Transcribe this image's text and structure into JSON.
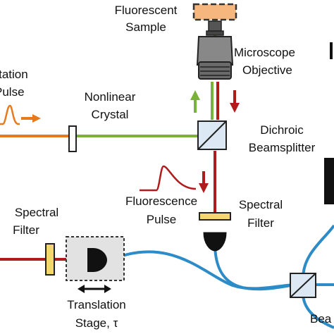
{
  "labels": {
    "sample_line1": "Fluorescent",
    "sample_line2": "Sample",
    "objective_line1": "Microscope",
    "objective_line2": "Objective",
    "excitation_line1": "Excitation",
    "excitation_line2": "Pulse",
    "crystal_line1": "Nonlinear",
    "crystal_line2": "Crystal",
    "dichroic_line1": "Dichroic",
    "dichroic_line2": "Beamsplitter",
    "fluorescence_line1": "Fluorescence",
    "fluorescence_line2": "Pulse",
    "filter_right_line1": "Spectral",
    "filter_right_line2": "Filter",
    "filter_left_line1": "Spectral",
    "filter_left_line2": "Filter",
    "stage_line1": "Translation",
    "stage_line2": "Stage, τ",
    "beamsplitter_partial": "Bea"
  },
  "colors": {
    "excitation_orange": "#e87a1e",
    "green_beam": "#7ab03c",
    "red_beam": "#b01c1c",
    "fiber_blue": "#2d8cc8",
    "filter_yellow": "#f5d76e",
    "sample_orange": "#f5b77e"
  },
  "icons": {
    "beamsplitter": "beamsplitter-cube-icon",
    "objective": "microscope-objective-icon",
    "detector": "photodetector-icon"
  }
}
